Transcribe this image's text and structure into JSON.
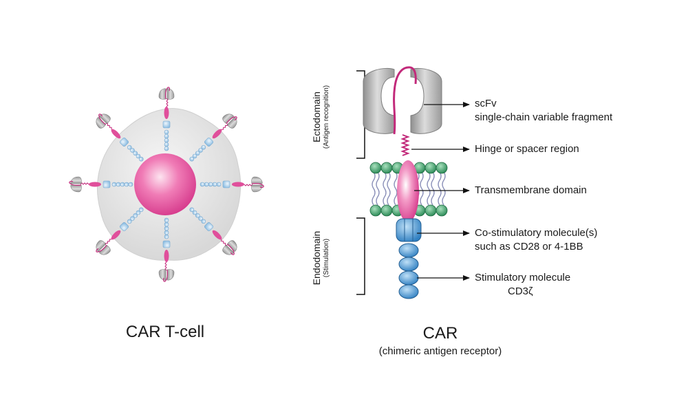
{
  "left_caption": "CAR T-cell",
  "right_caption": {
    "title": "CAR",
    "subtitle": "(chimeric antigen receptor)"
  },
  "brackets": {
    "ectodomain": {
      "title": "Ectodomain",
      "subtitle": "(Antigen recognition)"
    },
    "endodomain": {
      "title": "Endodomain",
      "subtitle": "(Stimulation)"
    }
  },
  "labels": {
    "scfv": {
      "line1": "scFv",
      "line2": "single-chain variable fragment"
    },
    "hinge": "Hinge or spacer region",
    "transmembrane": "Transmembrane domain",
    "costim": {
      "line1": "Co-stimulatory molecule(s)",
      "line2": "such as CD28 or 4-1BB"
    },
    "stim": {
      "line1": "Stimulatory molecule",
      "line2": "CD3ζ"
    }
  },
  "colors": {
    "magenta": "#d63a8c",
    "pink_light": "#f8c5dd",
    "grey": "#a8a8a8",
    "green": "#2f8d5a",
    "blue": "#2f7fc1",
    "light_blue": "#a8cde8"
  }
}
